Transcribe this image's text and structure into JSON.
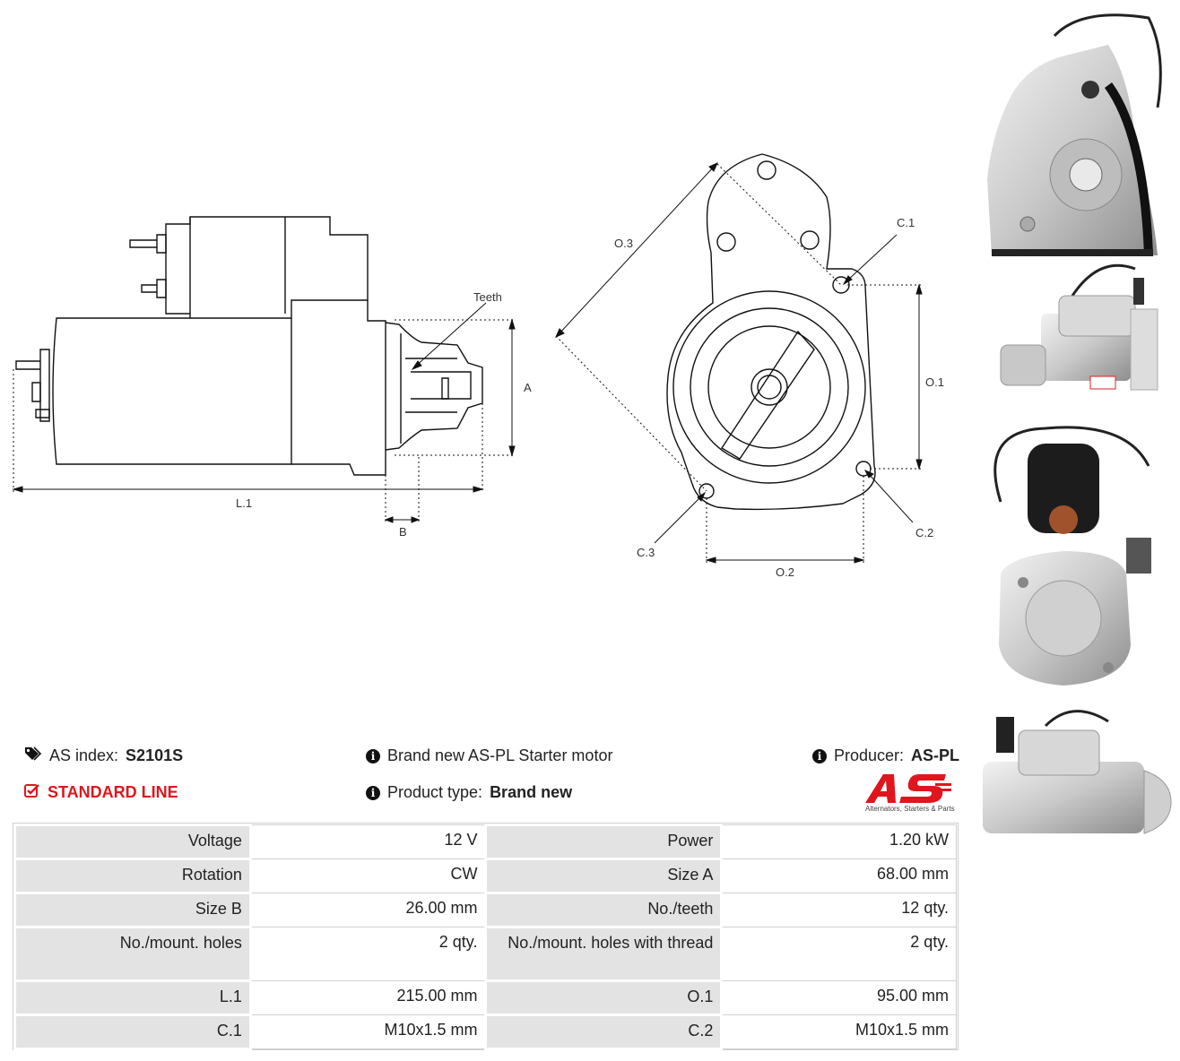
{
  "drawing": {
    "labels": {
      "teeth": "Teeth",
      "a": "A",
      "b": "B",
      "l1": "L.1",
      "o1": "O.1",
      "o2": "O.2",
      "o3": "O.3",
      "c1": "C.1",
      "c2": "C.2",
      "c3": "C.3"
    }
  },
  "info": {
    "as_index_label": "AS index:",
    "as_index_value": "S2101S",
    "line": "STANDARD LINE",
    "description": "Brand new AS-PL Starter motor",
    "product_type_label": "Product type:",
    "product_type_value": "Brand new",
    "producer_label": "Producer:",
    "producer_value": "AS-PL"
  },
  "logo": {
    "text": "AS",
    "tagline": "Alternators, Starters & Parts",
    "color": "#e0161e"
  },
  "specs": [
    {
      "k1": "Voltage",
      "v1": "12 V",
      "k2": "Power",
      "v2": "1.20 kW"
    },
    {
      "k1": "Rotation",
      "v1": "CW",
      "k2": "Size A",
      "v2": "68.00 mm"
    },
    {
      "k1": "Size B",
      "v1": "26.00 mm",
      "k2": "No./teeth",
      "v2": "12 qty."
    },
    {
      "k1": "No./mount. holes",
      "v1": "2 qty.",
      "k2": "No./mount. holes with thread",
      "v2": "2 qty."
    },
    {
      "k1": "L.1",
      "v1": "215.00 mm",
      "k2": "O.1",
      "v2": "95.00 mm"
    },
    {
      "k1": "C.1",
      "v1": "M10x1.5 mm",
      "k2": "C.2",
      "v2": "M10x1.5 mm"
    }
  ]
}
